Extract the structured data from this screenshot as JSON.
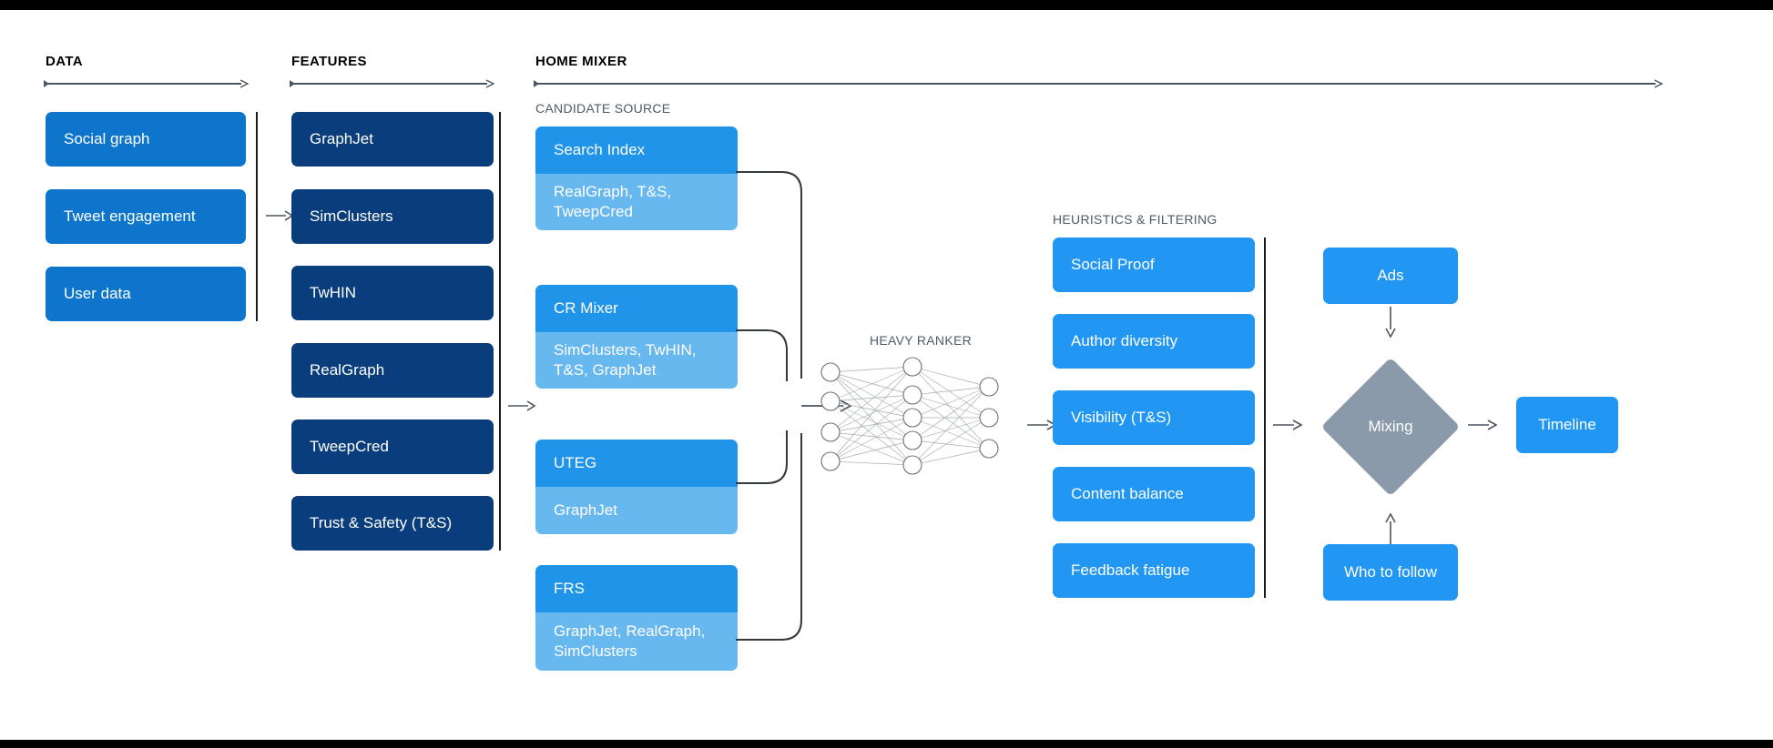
{
  "diagram": {
    "title": "Twitter Home Mixer recommendation algorithm pipeline",
    "background": "#ffffff",
    "letterbox_color": "#000000"
  },
  "sections": [
    {
      "id": "data",
      "label": "DATA"
    },
    {
      "id": "features",
      "label": "FEATURES"
    },
    {
      "id": "home_mixer",
      "label": "HOME MIXER"
    }
  ],
  "subsections": [
    {
      "id": "candidate_source",
      "label": "CANDIDATE SOURCE"
    },
    {
      "id": "heavy_ranker",
      "label": "HEAVY RANKER"
    },
    {
      "id": "heuristics",
      "label": "HEURISTICS & FILTERING"
    }
  ],
  "data_column": {
    "items": [
      {
        "label": "Social graph"
      },
      {
        "label": "Tweet engagement"
      },
      {
        "label": "User data"
      }
    ]
  },
  "features_column": {
    "items": [
      {
        "label": "GraphJet"
      },
      {
        "label": "SimClusters"
      },
      {
        "label": "TwHIN"
      },
      {
        "label": "RealGraph"
      },
      {
        "label": "TweepCred"
      },
      {
        "label": "Trust & Safety (T&S)"
      }
    ]
  },
  "candidate_sources": [
    {
      "name": "Search Index",
      "features": "RealGraph, T&S,\nTweepCred"
    },
    {
      "name": "CR Mixer",
      "features": "SimClusters, TwHIN,\nT&S, GraphJet"
    },
    {
      "name": "UTEG",
      "features": "GraphJet"
    },
    {
      "name": "FRS",
      "features": "GraphJet, RealGraph,\nSimClusters"
    }
  ],
  "heavy_ranker": {
    "label": "HEAVY RANKER",
    "layers": [
      4,
      5,
      3
    ],
    "node_fill": "#ffffff",
    "node_stroke": "#5a5a5a",
    "edge_color": "#9aa0a6"
  },
  "heuristics_column": {
    "items": [
      {
        "label": "Social Proof"
      },
      {
        "label": "Author diversity"
      },
      {
        "label": "Visibility (T&S)"
      },
      {
        "label": "Content balance"
      },
      {
        "label": "Feedback fatigue"
      }
    ]
  },
  "mixing_stage": {
    "ads_label": "Ads",
    "mixing_label": "Mixing",
    "who_to_follow_label": "Who to follow",
    "timeline_label": "Timeline",
    "diamond_color": "#8a9aab"
  },
  "colors": {
    "data_box": "#0d76cc",
    "feature_box": "#0a3d7c",
    "candidate_header": "#1f94e8",
    "candidate_body": "#68b8f0",
    "heuristic_box": "#2196f3",
    "output_box": "#2196f3",
    "diamond": "#8a9aab",
    "arrow": "#4a5560",
    "rule": "#1b1b1b",
    "sub_title_text": "#4d5b68"
  }
}
